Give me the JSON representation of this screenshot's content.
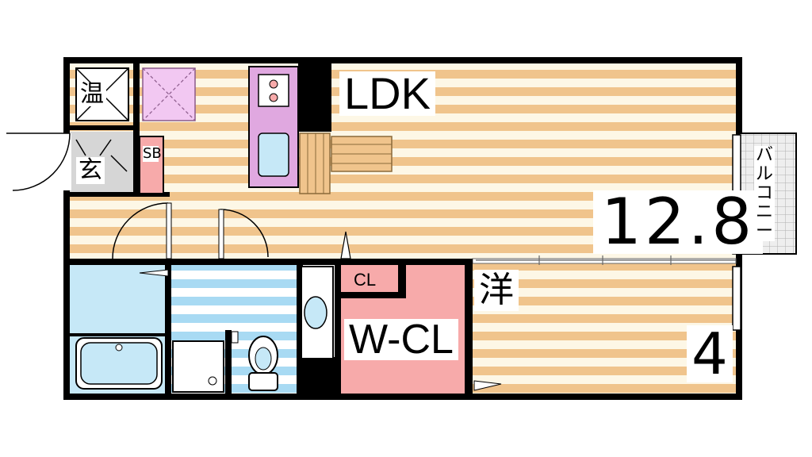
{
  "rooms": {
    "ldk": {
      "name": "LDK",
      "size": "12.8"
    },
    "western": {
      "name": "洋",
      "size": "4"
    },
    "walk_in_closet": {
      "name": "W-CL"
    },
    "closet": {
      "name": "CL"
    },
    "water_heater": {
      "name": "温"
    },
    "entrance": {
      "name": "玄"
    },
    "shoe_box": {
      "name": "SB"
    },
    "balcony": {
      "name": "バルコニー",
      "chars": [
        "バ",
        "ル",
        "コ",
        "ニ",
        "ー"
      ]
    }
  },
  "colors": {
    "wall": "#000000",
    "floor_stripe_wood": "#f0c48c",
    "floor_stripe_light": "#fdf7e6",
    "wet_area_blue": "#c6e8f7",
    "wet_stripe_blue": "#a8daf3",
    "closet_pink": "#f7aaaa",
    "kitchen_purple": "#e0a8e0",
    "balcony_grid": "#c8c8c8"
  }
}
